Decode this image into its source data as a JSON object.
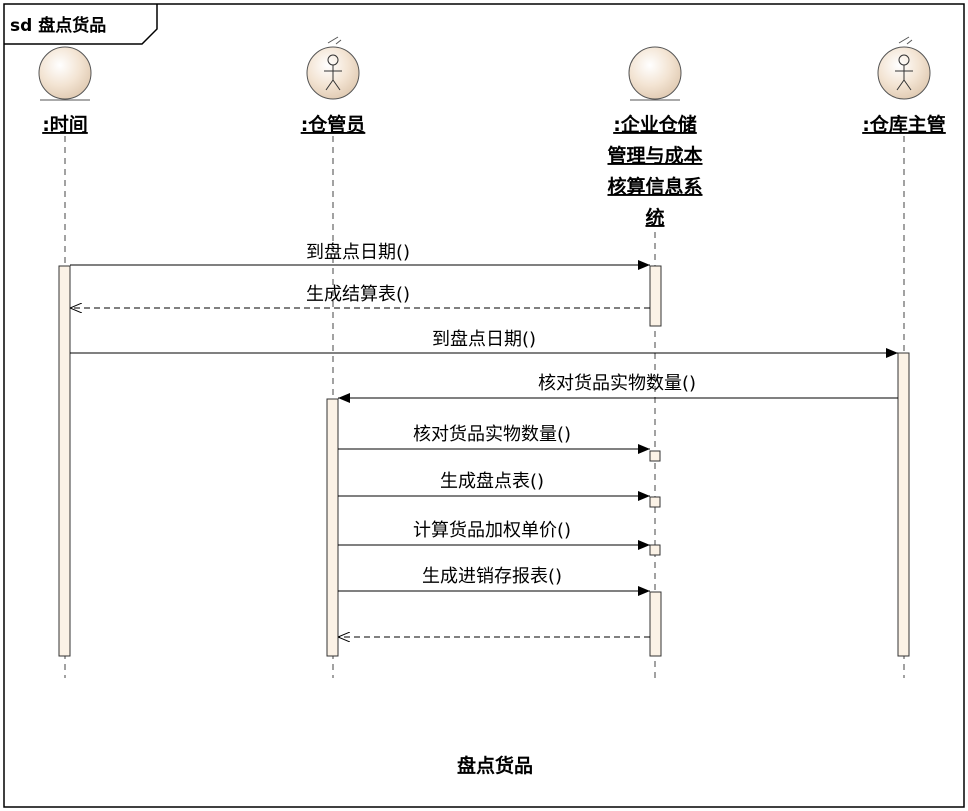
{
  "frame": {
    "title": "sd 盘点货品"
  },
  "caption": "盘点货品",
  "lifelines": [
    {
      "id": "time",
      "kind": "entity",
      "name_lines": [
        ":时间"
      ]
    },
    {
      "id": "clerk",
      "kind": "actor",
      "name_lines": [
        ":仓管员"
      ]
    },
    {
      "id": "system",
      "kind": "entity",
      "name_lines": [
        ":企业仓储",
        "管理与成本",
        "核算信息系",
        "统"
      ]
    },
    {
      "id": "manager",
      "kind": "actor",
      "name_lines": [
        ":仓库主管"
      ]
    }
  ],
  "messages": [
    {
      "label": "到盘点日期()",
      "from": "time",
      "to": "system",
      "type": "sync"
    },
    {
      "label": "生成结算表()",
      "from": "system",
      "to": "time",
      "type": "return"
    },
    {
      "label": "到盘点日期()",
      "from": "time",
      "to": "manager",
      "type": "sync"
    },
    {
      "label": "核对货品实物数量()",
      "from": "manager",
      "to": "clerk",
      "type": "sync"
    },
    {
      "label": "核对货品实物数量()",
      "from": "clerk",
      "to": "system",
      "type": "sync"
    },
    {
      "label": "生成盘点表()",
      "from": "clerk",
      "to": "system",
      "type": "sync"
    },
    {
      "label": "计算货品加权单价()",
      "from": "clerk",
      "to": "system",
      "type": "sync"
    },
    {
      "label": "生成进销存报表()",
      "from": "clerk",
      "to": "system",
      "type": "sync"
    },
    {
      "label": "",
      "from": "system",
      "to": "clerk",
      "type": "return"
    }
  ]
}
